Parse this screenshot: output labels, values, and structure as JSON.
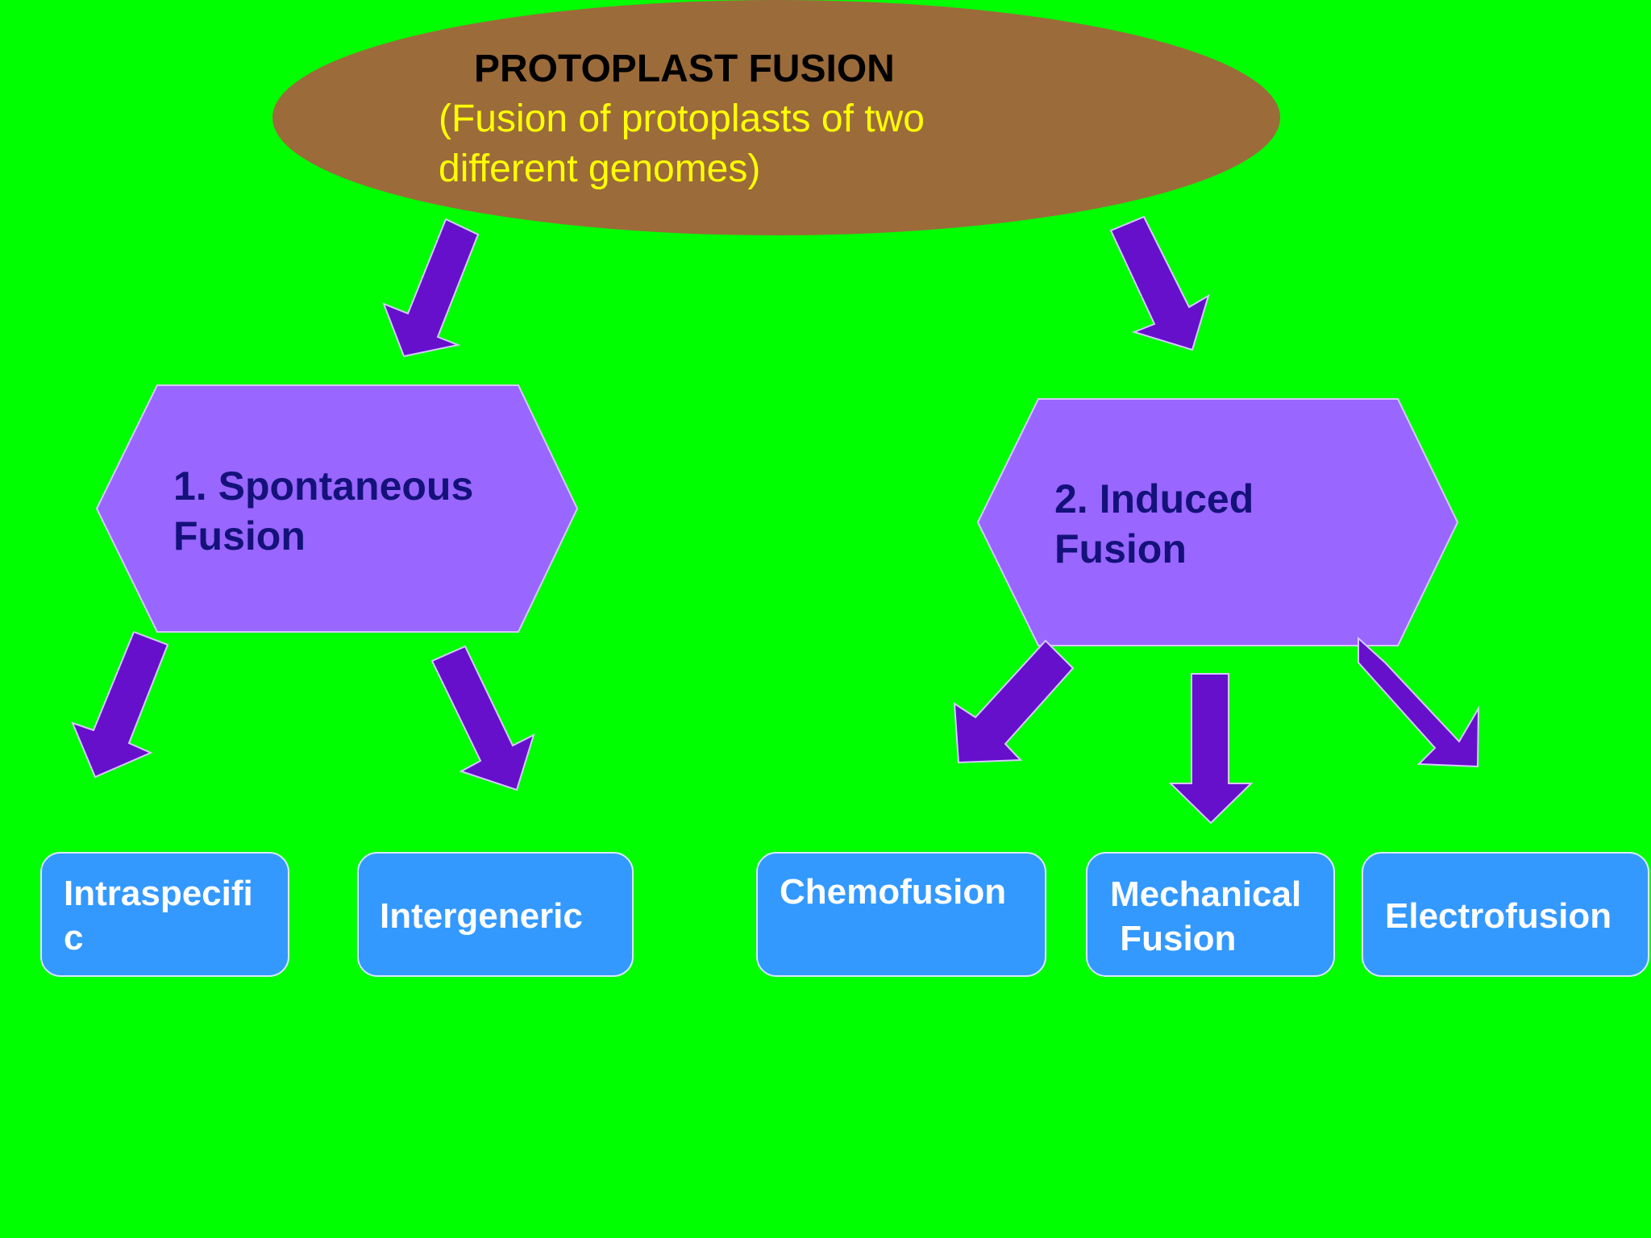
{
  "colors": {
    "background": "#00ff00",
    "ellipse_fill": "#9c6b3a",
    "title_text": "#000000",
    "subtitle_text": "#ffff00",
    "arrow_fill": "#6610cc",
    "hexagon_fill": "#9966ff",
    "hexagon_text": "#14127a",
    "box_fill": "#3399ff",
    "box_text": "#ffffff"
  },
  "root": {
    "title": "PROTOPLAST FUSION",
    "subtitle_lines": [
      "(Fusion of protoplasts of two",
      "different genomes)"
    ]
  },
  "categories": [
    {
      "lines": [
        "1. Spontaneous",
        "Fusion"
      ],
      "children": [
        {
          "lines": [
            "Intraspecifi",
            "c"
          ]
        },
        {
          "lines": [
            "Intergeneric"
          ]
        }
      ]
    },
    {
      "lines": [
        "2. Induced",
        "Fusion"
      ],
      "children": [
        {
          "lines": [
            "Chemofusion"
          ]
        },
        {
          "lines": [
            "Mechanical",
            " Fusion"
          ]
        },
        {
          "lines": [
            "Electrofusion"
          ]
        }
      ]
    }
  ]
}
